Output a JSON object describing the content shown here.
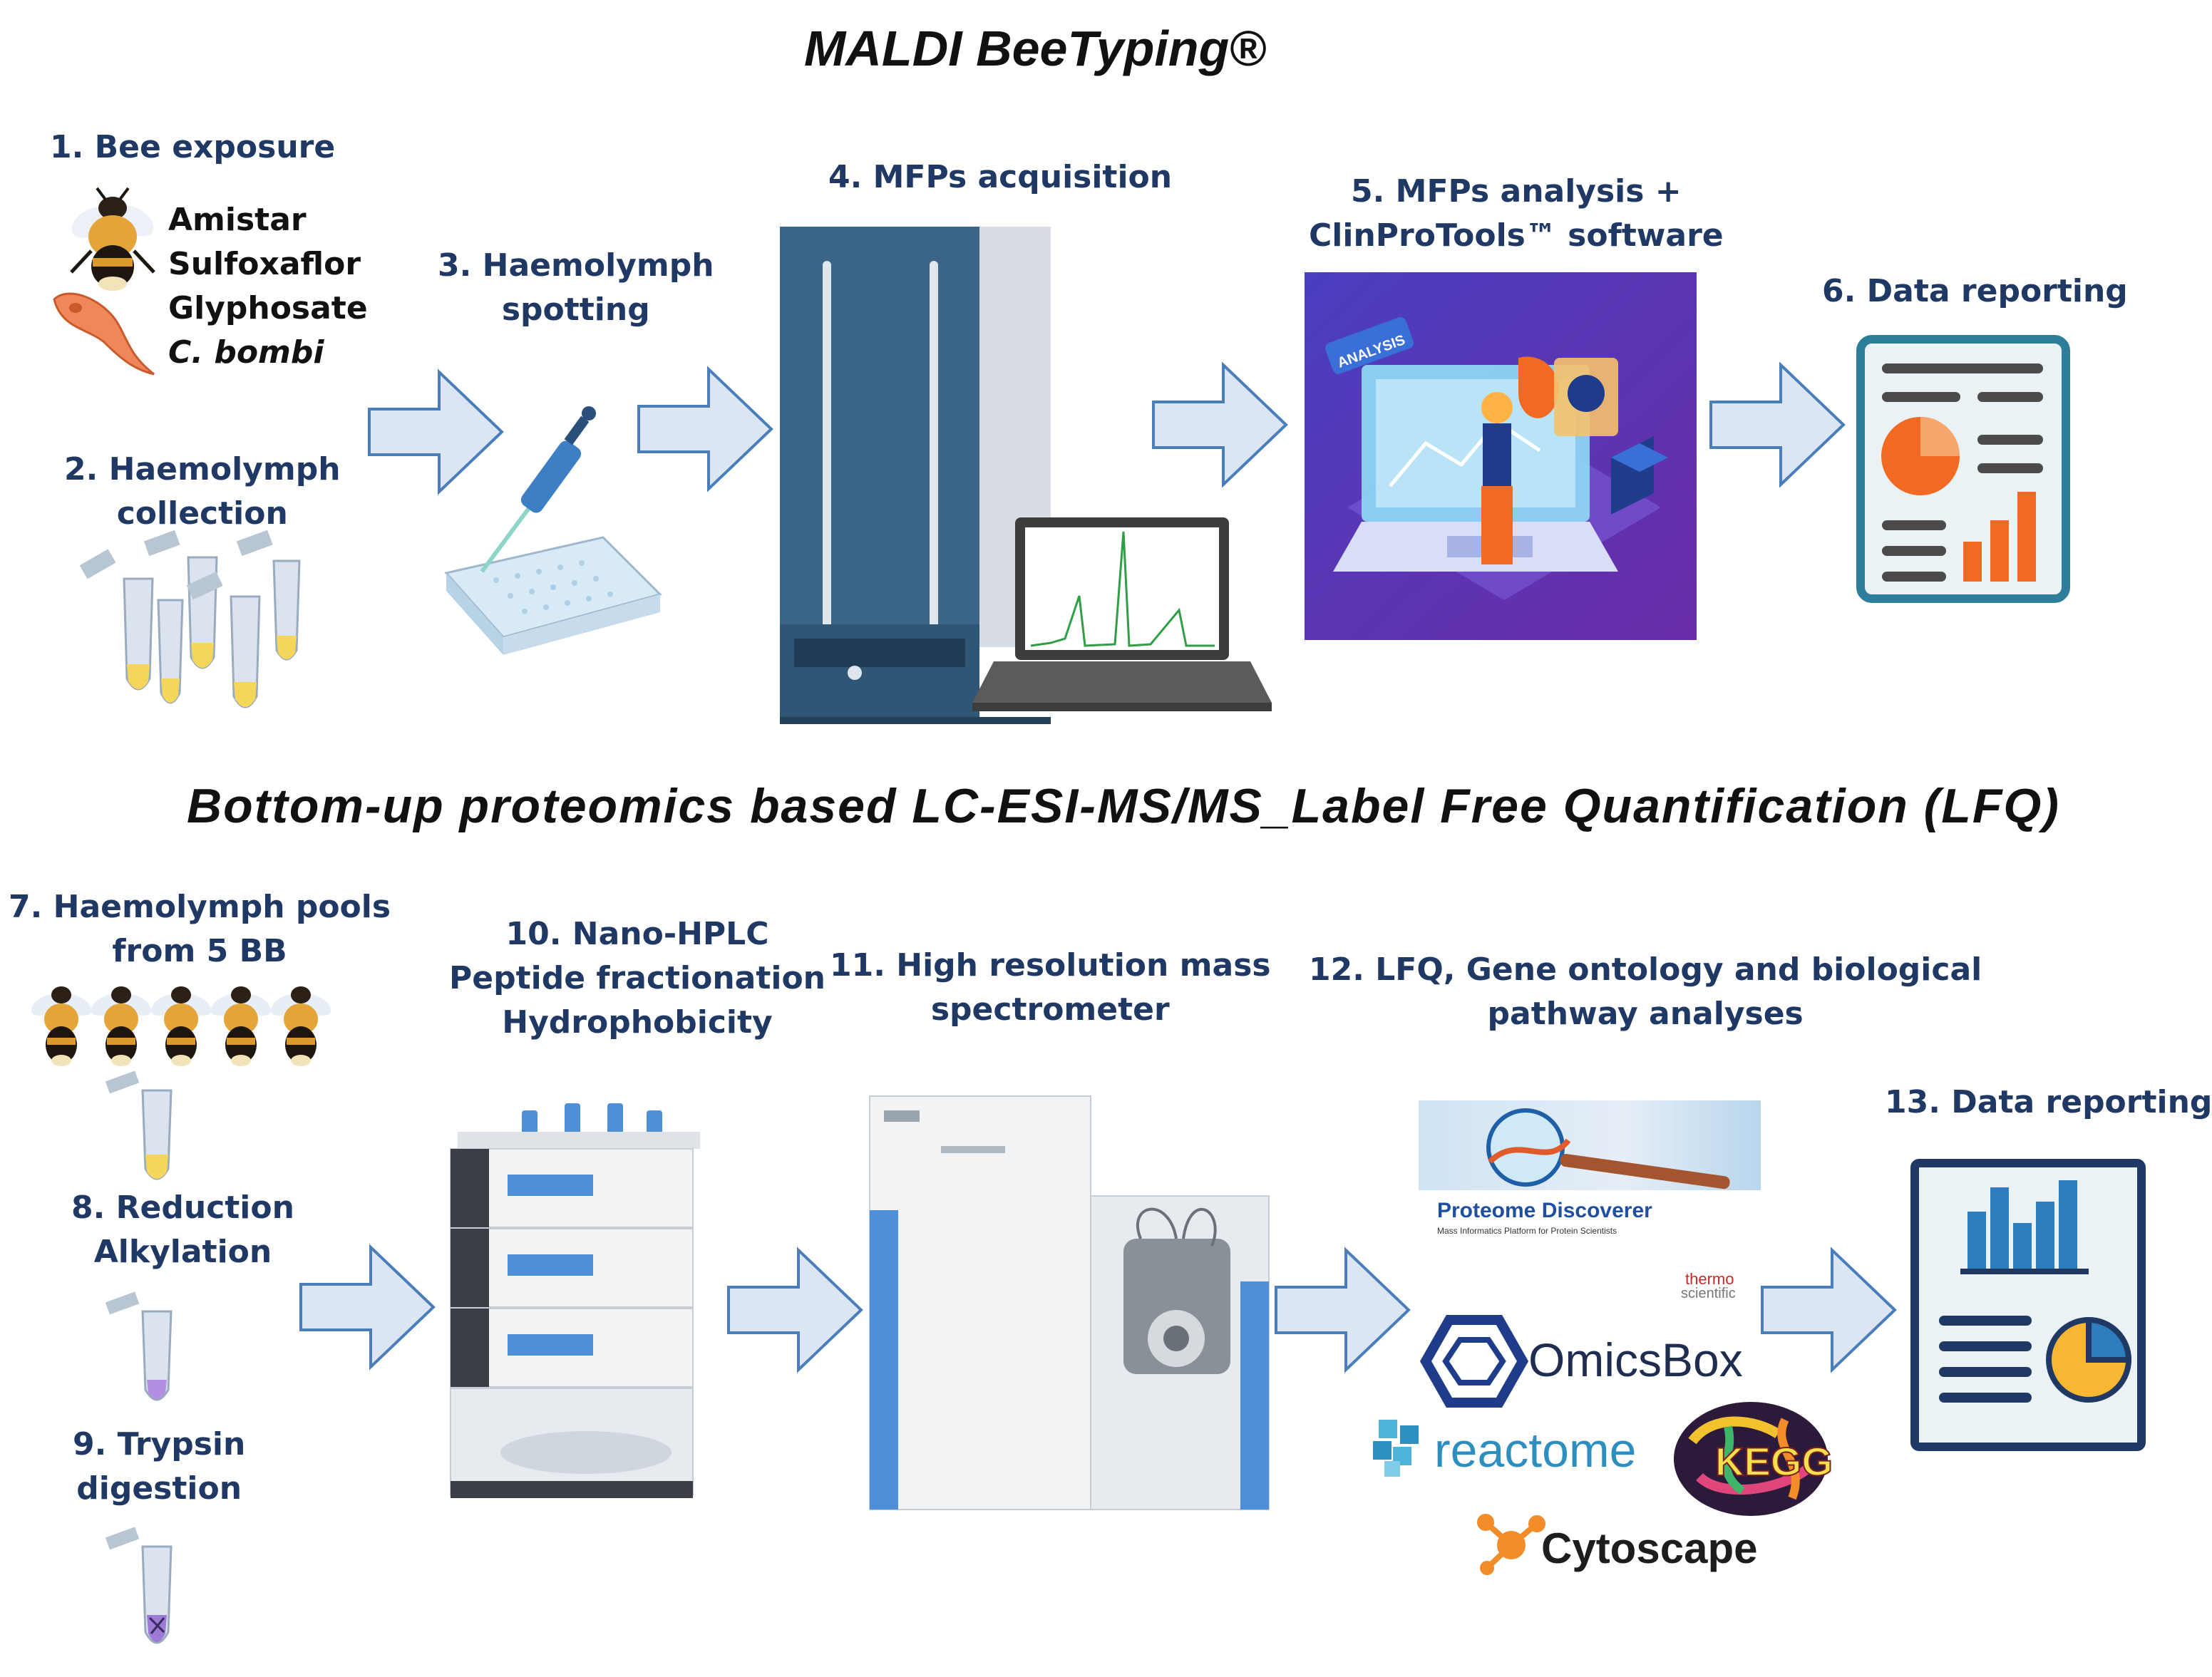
{
  "titles": {
    "maldi": "MALDI BeeTyping®",
    "bottom_up": "Bottom-up proteomics based LC-ESI-MS/MS_Label Free Quantification (LFQ)"
  },
  "steps": {
    "s1": "1. Bee exposure",
    "s1_items": [
      "Amistar",
      "Sulfoxaflor",
      "Glyphosate",
      "C. bombi"
    ],
    "s2": [
      "2. Haemolymph",
      "collection"
    ],
    "s3": [
      "3. Haemolymph",
      "spotting"
    ],
    "s4": "4. MFPs acquisition",
    "s5": [
      "5. MFPs analysis +",
      "ClinProTools™ software"
    ],
    "s6": "6. Data reporting",
    "s7": [
      "7. Haemolymph pools",
      "from 5 BB"
    ],
    "s8": [
      "8. Reduction",
      "Alkylation"
    ],
    "s9": [
      "9. Trypsin",
      "digestion"
    ],
    "s10": [
      "10. Nano-HPLC",
      "Peptide fractionation",
      "Hydrophobicity"
    ],
    "s11": [
      "11. High resolution mass",
      "spectrometer"
    ],
    "s12": [
      "12. LFQ, Gene ontology and biological",
      "pathway analyses"
    ],
    "s13": "13. Data reporting"
  },
  "screen_labels": {
    "analysis": "ANALYSIS"
  },
  "logos": {
    "proteome_discoverer": "Proteome Discoverer",
    "pd_subtitle": "Mass Informatics Platform for Protein Scientists",
    "thermo": "thermo",
    "scientific": "scientific",
    "omicsbox": "OmicsBox",
    "reactome": "reactome",
    "kegg": "KEGG",
    "cytoscape": "Cytoscape"
  },
  "colors": {
    "step_text": "#1f3864",
    "arrow_fill": "#dce6f2",
    "arrow_stroke": "#4a7ebb",
    "report_frame": "#2e7d9a",
    "report_accent": "#f26a22",
    "report_navy": "#1f3864"
  }
}
